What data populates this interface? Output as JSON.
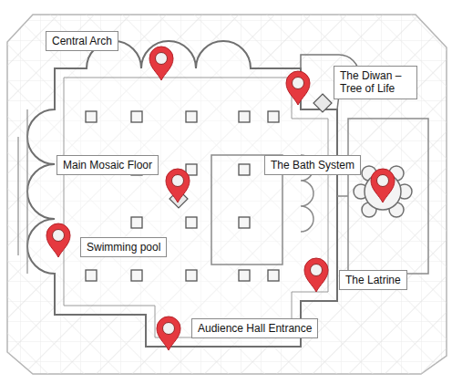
{
  "diagram": {
    "nodes": [
      {
        "text": [
          "Central Arch"
        ]
      },
      {
        "text": [
          "The Diwan – Tree of Life"
        ]
      },
      {
        "text": [
          "Main Mosaic Floor"
        ]
      },
      {
        "text": [
          "The Bath System"
        ]
      },
      {
        "text": [
          "Swimming pool"
        ]
      },
      {
        "text": [
          "The Latrine"
        ]
      },
      {
        "text": [
          "Audience Hall Entrance"
        ]
      }
    ]
  }
}
